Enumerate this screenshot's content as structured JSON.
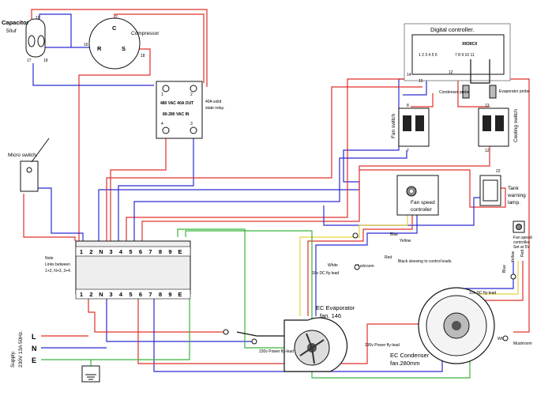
{
  "capacitor": {
    "title": "Capacitor",
    "value": "50uf",
    "t1": "19",
    "t2": "17",
    "t3": "18"
  },
  "compressor": {
    "title": "Compressor",
    "c": "C",
    "r": "R",
    "s": "S",
    "n_c": "2",
    "n_r": "16",
    "n_s": "18"
  },
  "ssr": {
    "line1": "480 VAC 40A OUT",
    "line2": "80-280 VAC IN",
    "note1": "40A solid",
    "note2": "state relay.",
    "n1": "1",
    "n2": "2",
    "n3": "3",
    "n4": "4"
  },
  "controller": {
    "title": "Digital controller.",
    "model": "XR30CX",
    "pins": "1 2 3 4 5 6",
    "pins2": "7 8 9 10 11",
    "w14": "14",
    "w15": "15",
    "w12": "12"
  },
  "probes": {
    "condenser": "Condenser probe",
    "evaporator": "Evaporator probe"
  },
  "fan_switch": {
    "label": "Fan switch",
    "n8": "8",
    "n7": "7"
  },
  "cooling_switch": {
    "label": "Cooling switch",
    "n13": "13",
    "n12": "12"
  },
  "tank_lamp": {
    "label1": "Tank",
    "label2": "warning",
    "label3": "lamp.",
    "n22": "22"
  },
  "fan_speed": {
    "label1": "Fan speed",
    "label2": "controller"
  },
  "fan_speed_small": {
    "label1": "Fan speed",
    "label2": "controller.",
    "label3": "Set at 5V"
  },
  "micro_switch": {
    "label": "Micro switch."
  },
  "terminals": {
    "labels": [
      "1",
      "2",
      "N",
      "3",
      "4",
      "5",
      "6",
      "7",
      "8",
      "9",
      "E"
    ]
  },
  "note": {
    "line1": "Note",
    "line2": "Links between",
    "line3": "1+2, N+3, 3+4."
  },
  "supply": {
    "l1": "Supply.",
    "l2": "230V 13A 50Hz.",
    "L": "L",
    "N": "N",
    "E": "E"
  },
  "evap": {
    "title1": "EC Evaporator",
    "title2": "fan. 146",
    "flylead": "230v Power fly-lead",
    "white": "White",
    "mushroom": "Mushroom",
    "dc": "10v DC fly-lead",
    "blue": "Blue",
    "yellow": "Yellow",
    "red": "Red",
    "black_note": "Black sleeving to control leads."
  },
  "cond": {
    "title1": "EC Condenser",
    "title2": "fan.280mm",
    "flylead": "230v Power fly-lead",
    "white": "White",
    "mushroom": "Mushroom",
    "dc": "10v DC fly-lead",
    "blue": "Blue",
    "yellow": "Yellow",
    "red": "Red"
  },
  "colors": {
    "live": "#e0302a",
    "neutral": "#2b2bd0",
    "earth": "#39b33a",
    "control": "#e6d23a"
  }
}
